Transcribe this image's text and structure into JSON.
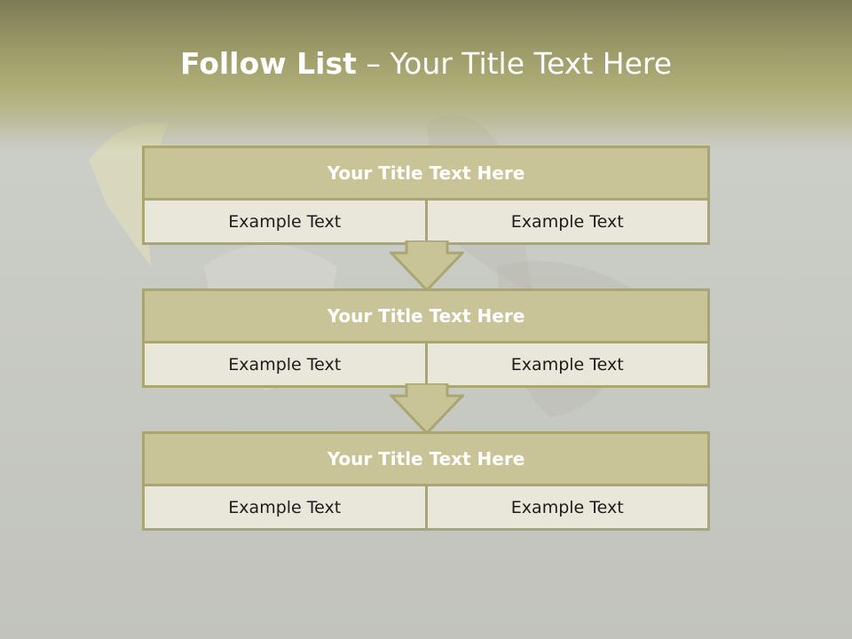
{
  "slide": {
    "title_strong": "Follow List",
    "title_rest": " – Your Title Text Here"
  },
  "colors": {
    "header": "#a09e6a",
    "box_head": "#c9c497",
    "box_body": "#e9e6da",
    "border": "#a9a672"
  },
  "blocks": [
    {
      "title": "Your Title Text Here",
      "left": "Example Text",
      "right": "Example Text"
    },
    {
      "title": "Your Title Text Here",
      "left": "Example Text",
      "right": "Example Text"
    },
    {
      "title": "Your Title Text Here",
      "left": "Example Text",
      "right": "Example Text"
    }
  ],
  "arrows": [
    {
      "icon": "down-arrow-icon"
    },
    {
      "icon": "down-arrow-icon"
    }
  ]
}
